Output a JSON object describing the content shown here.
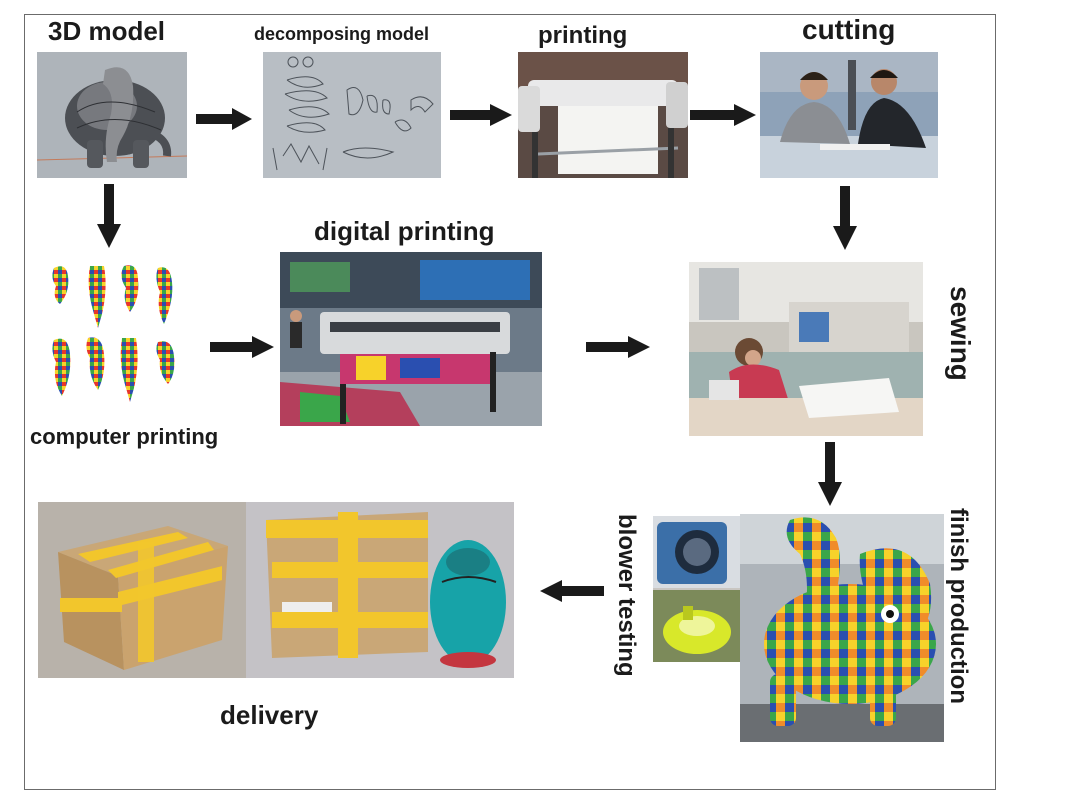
{
  "steps": {
    "model_3d": "3D  model",
    "decomposing": "decomposing model",
    "printing": "printing",
    "cutting": "cutting",
    "digital_printing": "digital printing",
    "computer_printing": "computer printing",
    "sewing": "sewing",
    "blower_testing": "blower testing",
    "finish_production": "finish production",
    "delivery": "delivery"
  },
  "colors": {
    "arrow": "#1a1a1a",
    "patchwork": [
      "#e6372b",
      "#f7d22a",
      "#3aa64a",
      "#2a4fb0",
      "#f08c2a",
      "#8a3fa0",
      "#19a0c8",
      "#ec5a9c"
    ],
    "tape": "#f2c62c",
    "cardboard": "#c9a777",
    "blower_blue": "#3b6fa8",
    "blower_yellow": "#d8e82a"
  },
  "icons": {
    "arrow": "arrow-icon"
  }
}
